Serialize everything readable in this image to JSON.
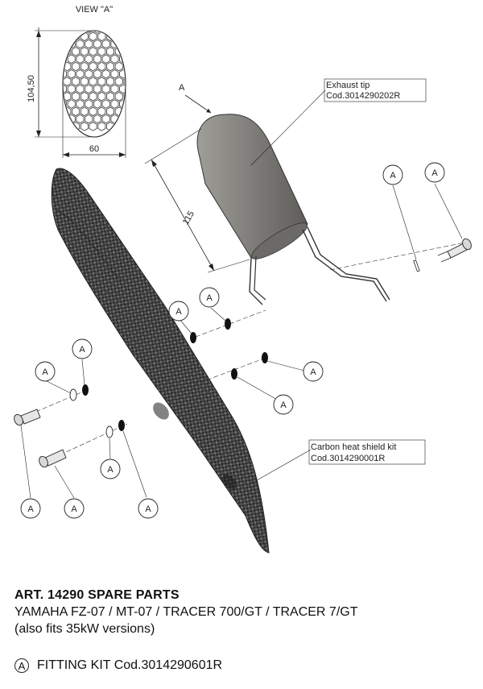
{
  "view_label": "VIEW \"A\"",
  "dim_height": "104,50",
  "dim_width": "60",
  "dim_length": "115",
  "arrow_label": "A",
  "exhaust_tip": {
    "name": "Exhaust tip",
    "code": "Cod.3014290202R"
  },
  "heat_shield": {
    "name": "Carbon heat shield kit",
    "code": "Cod.3014290001R"
  },
  "balloon_letter": "A",
  "title": "ART. 14290 SPARE PARTS",
  "models": "YAMAHA FZ-07 / MT-07 / TRACER 700/GT / TRACER 7/GT",
  "fits": "(also fits 35kW versions)",
  "kit_letter": "A",
  "kit_label": "FITTING KIT Cod.3014290601R",
  "colors": {
    "carbon_dark": "#2c2c2c",
    "carbon_light": "#6a6a6a",
    "tip_gray": "#8c8a86",
    "line": "#222222"
  }
}
